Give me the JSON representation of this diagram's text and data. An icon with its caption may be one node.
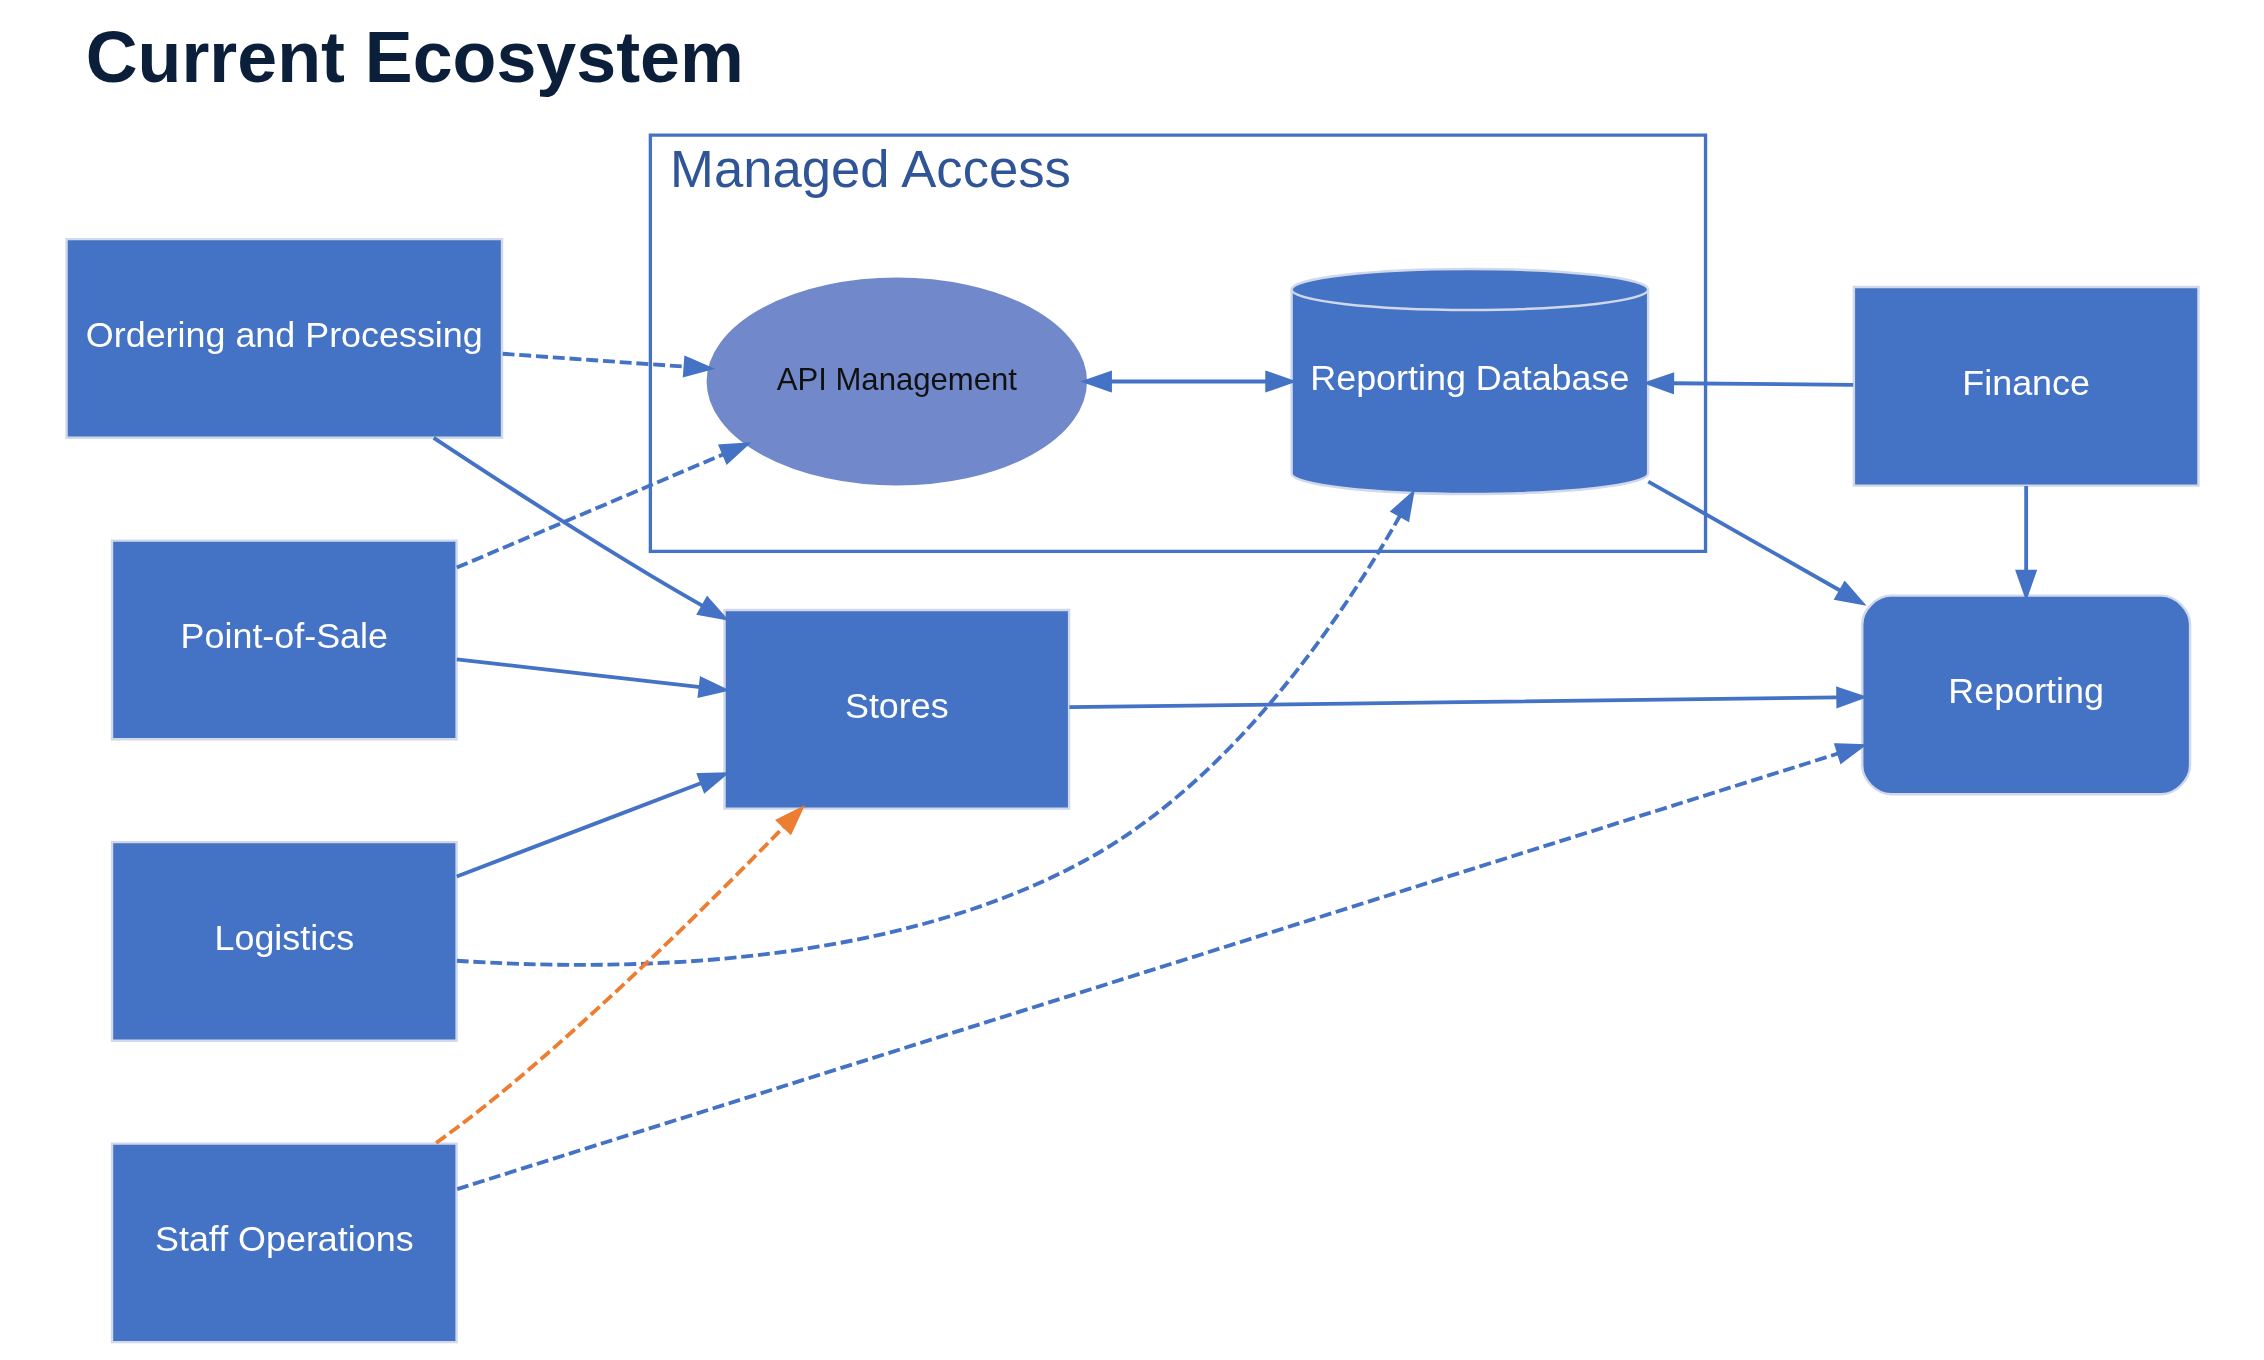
{
  "diagram": {
    "title": "Current Ecosystem",
    "nodes": [
      {
        "text": [
          "Logistics"
        ]
      },
      {
        "text": [
          "Ordering and Processing"
        ]
      },
      {
        "text": [
          "Point-of-Sale"
        ]
      },
      {
        "text": [
          "Staff Operations"
        ]
      },
      {
        "text": [
          "Managed Access"
        ]
      },
      {
        "text": [
          "API Management"
        ],
        "in": 4
      },
      {
        "text": [
          "Stores"
        ]
      },
      {
        "text": [
          "Reporting Database"
        ],
        "in": 4
      },
      {
        "text": [
          "Finance"
        ]
      },
      {
        "text": [
          "Reporting"
        ]
      }
    ],
    "edges": [
      {
        "from": 0,
        "to": 6,
        "arrow": "to"
      },
      {
        "from": 1,
        "to": 6,
        "arrow": "to"
      },
      {
        "from": 2,
        "to": 6,
        "arrow": "to"
      },
      {
        "from": 0,
        "to": 7,
        "arrow": "to",
        "style": "dashed"
      },
      {
        "from": 1,
        "to": 5,
        "arrow": "to",
        "style": "dashed"
      },
      {
        "from": 2,
        "to": 5,
        "arrow": "to",
        "style": "dashed"
      },
      {
        "from": 3,
        "to": 6,
        "arrow": "to",
        "style": "dashed",
        "color": "#ed7d31"
      },
      {
        "from": 3,
        "to": 9,
        "arrow": "to",
        "style": "dashed"
      },
      {
        "from": 5,
        "to": 7,
        "arrow": "both"
      },
      {
        "from": 8,
        "to": 7,
        "arrow": "to"
      },
      {
        "from": 7,
        "to": 9,
        "arrow": "to"
      },
      {
        "from": 6,
        "to": 9,
        "arrow": "to"
      },
      {
        "from": 8,
        "to": 9,
        "arrow": "to"
      }
    ]
  }
}
